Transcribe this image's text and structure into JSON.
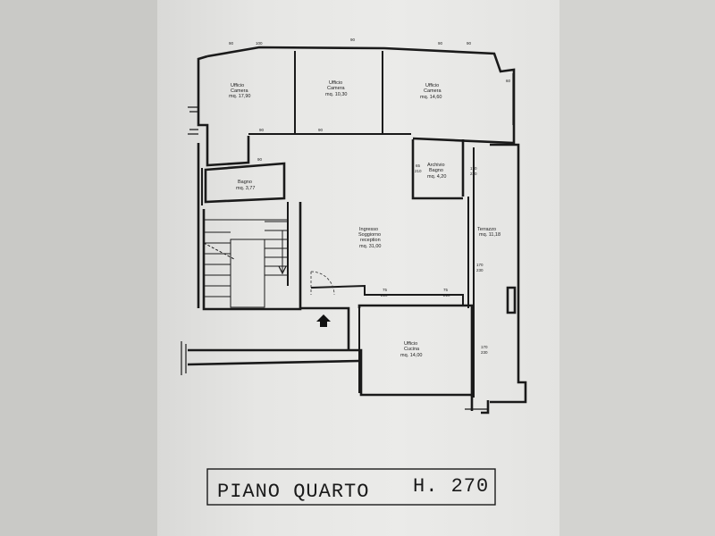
{
  "rooms": {
    "ufficio1": {
      "name": "Ufficio",
      "sub": "Camera",
      "area": "mq. 17,90"
    },
    "ufficio2": {
      "name": "Ufficio",
      "sub": "Camera",
      "area": "mq. 10,30"
    },
    "ufficio3": {
      "name": "Ufficio",
      "sub": "Camera",
      "area": "mq. 14,60"
    },
    "bagno1": {
      "name": "Bagno",
      "area": "mq. 3,77"
    },
    "archivio": {
      "name": "Archivio",
      "sub": "Bagno",
      "area": "mq. 4,20"
    },
    "ingresso": {
      "name": "Ingresso",
      "sub": "Soggiorno",
      "extra": "reception",
      "area": "mq. 31,00"
    },
    "terrazzo": {
      "name": "Terrazzo",
      "area": "mq. 11,18"
    },
    "cucina": {
      "name": "Ufficio",
      "sub": "Cucina",
      "area": "mq. 14,00"
    }
  },
  "dims": {
    "d1": "90",
    "d2": "100",
    "d3": "90",
    "d4": "90",
    "d5": "90",
    "d6": "60",
    "d7": "90",
    "d8": "90",
    "d9": "90",
    "d10": "65",
    "d11": "210",
    "d12": "170",
    "d13": "230",
    "d14": "170",
    "d15": "230",
    "d16": "75",
    "d17": "210",
    "d18": "75",
    "d19": "210",
    "d20": "170",
    "d21": "230"
  },
  "title": {
    "floor": "PIANO QUARTO",
    "height": "H. 270"
  }
}
